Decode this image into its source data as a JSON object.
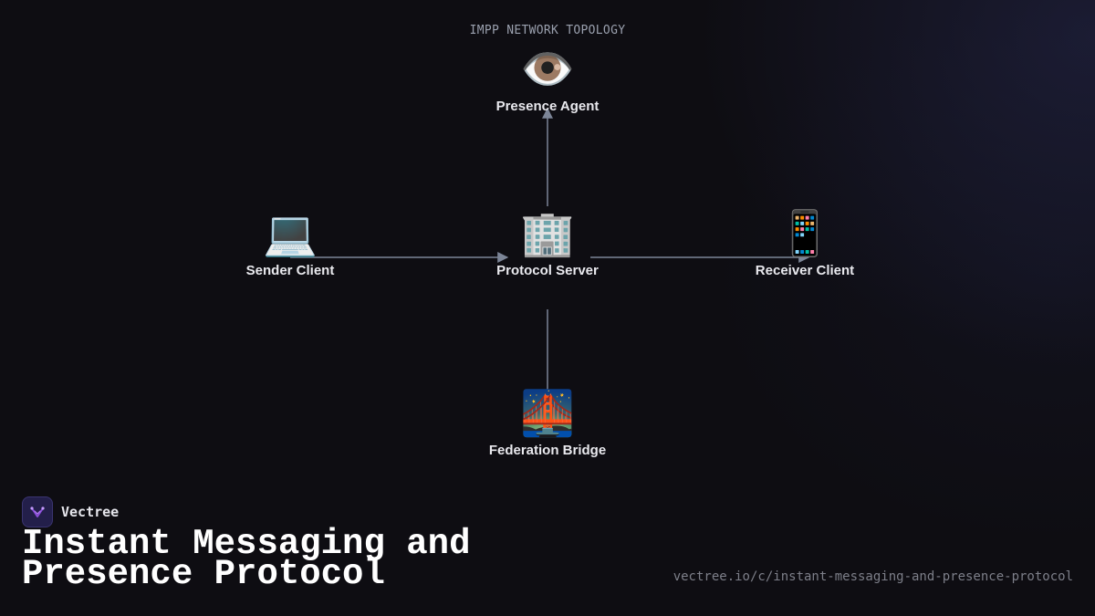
{
  "diagram": {
    "title": "IMPP NETWORK TOPOLOGY",
    "nodes": {
      "presence_agent": {
        "icon": "eye-icon",
        "glyph": "👁️",
        "label": "Presence Agent"
      },
      "sender_client": {
        "icon": "laptop-icon",
        "glyph": "💻",
        "label": "Sender Client"
      },
      "protocol_server": {
        "icon": "office-building-icon",
        "glyph": "🏢",
        "label": "Protocol Server"
      },
      "receiver_client": {
        "icon": "mobile-phone-icon",
        "glyph": "📱",
        "label": "Receiver Client"
      },
      "federation_bridge": {
        "icon": "bridge-at-night-icon",
        "glyph": "🌉",
        "label": "Federation Bridge"
      }
    },
    "edges": [
      {
        "from": "Protocol Server",
        "to": "Presence Agent",
        "arrow": true
      },
      {
        "from": "Sender Client",
        "to": "Protocol Server",
        "arrow": true
      },
      {
        "from": "Protocol Server",
        "to": "Receiver Client",
        "arrow": true
      },
      {
        "from": "Protocol Server",
        "to": "Federation Bridge",
        "arrow": false
      }
    ],
    "edge_color": "#7c8597"
  },
  "brand": {
    "name": "Vectree",
    "logo_icon": "vectree-logo-icon",
    "accent_color": "#8a4dd8"
  },
  "headline": "Instant Messaging and Presence Protocol",
  "url": "vectree.io/c/instant-messaging-and-presence-protocol"
}
